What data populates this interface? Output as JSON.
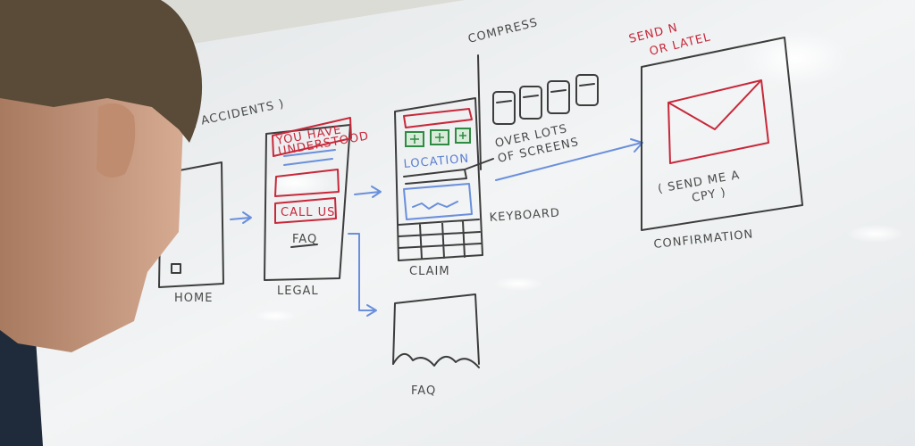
{
  "board": {
    "accidents_label": "( ACCIDENTS )",
    "home_label": "HOME",
    "legal_label": "LEGAL",
    "legal_line1": "YOU HAVE",
    "legal_line2": "UNDERSTOOD",
    "call_us": "CALL US",
    "faq_link": "FAQ",
    "location_label": "LOCATION",
    "claim_label": "CLAIM",
    "compress_label": "COMPRESS",
    "over_lots_line1": "OVER LOTS",
    "over_lots_line2": "OF SCREENS",
    "keyboard_label": "KEYBOARD",
    "faq_label": "FAQ",
    "send_line1": "SEND N",
    "send_line2": "OR LATEL",
    "send_copy_line1": "( SEND ME A",
    "send_copy_line2": "CPY )",
    "confirmation_label": "CONFIRMATION"
  },
  "colors": {
    "whiteboard": "#eef0f1",
    "marker_black": "#3d3d3d",
    "marker_red": "#c8283a",
    "marker_blue": "#6a8fdc",
    "marker_green": "#2f8a44",
    "hair": "#5a4a38",
    "skin": "#c79a80",
    "shirt": "#1f2a3a"
  }
}
